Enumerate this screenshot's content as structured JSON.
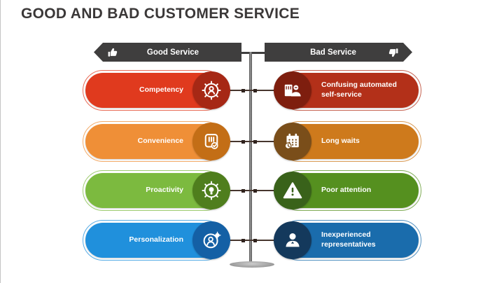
{
  "title": "GOOD AND BAD CUSTOMER SERVICE",
  "colors": {
    "background": "#FFFFFF",
    "title_text": "#3B3838",
    "banner": "#3F3E3E",
    "banner_text": "#FFFFFF",
    "spine": "#6B6B6B",
    "connector": "#47362E"
  },
  "headers": {
    "good": {
      "label": "Good Service",
      "icon": "thumbs-up-icon"
    },
    "bad": {
      "label": "Bad Service",
      "icon": "thumbs-down-icon"
    }
  },
  "rows": [
    {
      "good": {
        "label": "Competency",
        "icon": "gear-person-icon",
        "pill_color": "#E03A1E",
        "circle_color": "#A62815"
      },
      "bad": {
        "label": "Confusing automated self-service",
        "icon": "kiosk-agent-icon",
        "pill_color": "#B33019",
        "circle_color": "#7E1E0E"
      }
    },
    {
      "good": {
        "label": "Convenience",
        "icon": "package-check-icon",
        "pill_color": "#EF8F37",
        "circle_color": "#C36E16"
      },
      "bad": {
        "label": "Long waits",
        "icon": "calendar-clock-icon",
        "pill_color": "#CE7A1C",
        "circle_color": "#7A4E1A"
      }
    },
    {
      "good": {
        "label": "Proactivity",
        "icon": "gear-bulb-icon",
        "pill_color": "#7CBA3F",
        "circle_color": "#4F7E1D"
      },
      "bad": {
        "label": "Poor attention",
        "icon": "warning-triangle-icon",
        "pill_color": "#55901F",
        "circle_color": "#39621A"
      }
    },
    {
      "good": {
        "label": "Personalization",
        "icon": "person-gear-icon",
        "pill_color": "#2090DC",
        "circle_color": "#1460A5"
      },
      "bad": {
        "label": "Inexperienced representatives",
        "icon": "person-bust-icon",
        "pill_color": "#1A6CAC",
        "circle_color": "#14395C"
      }
    }
  ]
}
